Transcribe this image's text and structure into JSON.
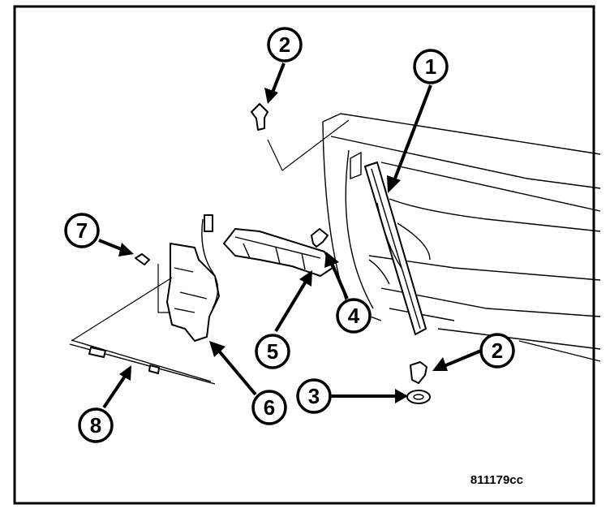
{
  "callouts": [
    {
      "id": "callout-1",
      "label": "1"
    },
    {
      "id": "callout-2-top",
      "label": "2"
    },
    {
      "id": "callout-2-bottom",
      "label": "2"
    },
    {
      "id": "callout-3",
      "label": "3"
    },
    {
      "id": "callout-4",
      "label": "4"
    },
    {
      "id": "callout-5",
      "label": "5"
    },
    {
      "id": "callout-6",
      "label": "6"
    },
    {
      "id": "callout-7",
      "label": "7"
    },
    {
      "id": "callout-8",
      "label": "8"
    }
  ],
  "figure_code": "811179cc"
}
